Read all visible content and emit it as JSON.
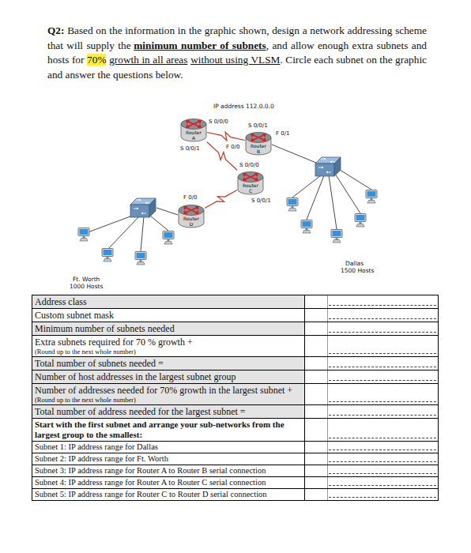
{
  "diagram": {
    "nodes": [
      {
        "text": [
          "Router",
          "A"
        ]
      },
      {
        "text": [
          "Router",
          "B"
        ]
      },
      {
        "text": [
          "Router",
          "C"
        ]
      },
      {
        "text": [
          "Router",
          "D"
        ]
      }
    ],
    "edges": [
      {
        "from": 0,
        "to": 1,
        "arrow": "none"
      },
      {
        "from": 0,
        "to": 2,
        "arrow": "none"
      },
      {
        "from": 2,
        "to": 3,
        "arrow": "none"
      }
    ],
    "labels": [
      "Q2:",
      "Based on the information in the graphic shown, design a network addressing scheme that will supply the",
      "minimum number of subnets",
      ", and allow enough extra subnets and hosts for",
      "70%",
      "growth in all areas",
      "without using VLSM",
      ". Circle each subnet on the graphic and answer the questions below.",
      "IP address 112.0.0.0",
      "S 0/0/0",
      "S 0/0/1",
      "F 0/0",
      "F 0/1",
      "S 0/0/1",
      "S 0/0/0",
      "F 0/0",
      "S 0/0/1",
      "Dallas",
      "1500 Hosts",
      "Ft. Worth",
      "1000 Hosts",
      "Address class",
      "Custom subnet mask",
      "Minimum number of subnets needed",
      "Extra subnets required for 70 % growth +",
      "(Round up to the next whole number)",
      "Total number of subnets needed =",
      "Number of host addresses in the largest subnet group",
      "Number of addresses needed for 70% growth in the largest subnet +",
      "(Round up to the next whole number)",
      "Total number of address needed for the largest subnet =",
      "Start with the first subnet and arrange your sub-networks from the largest group to the smallest:",
      "Subnet 1: IP address range for Dallas",
      "Subnet 2: IP address range for Ft. Worth",
      "Subnet 3: IP address range for Router A to Router B serial connection",
      "Subnet 4: IP address range for Router A to Router C serial connection",
      "Subnet 5: IP address range for Router C to Router D serial connection"
    ]
  }
}
